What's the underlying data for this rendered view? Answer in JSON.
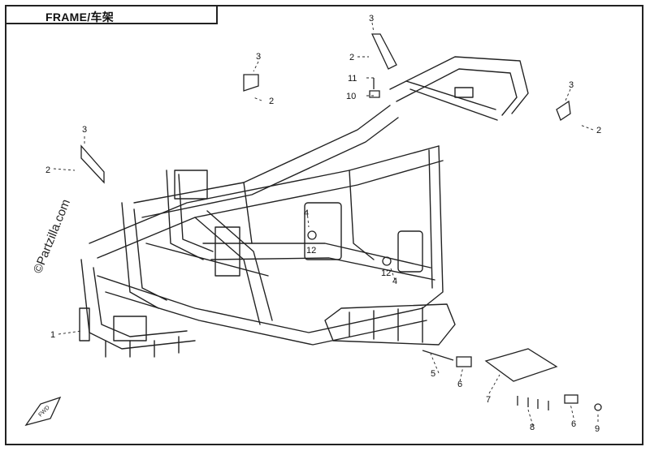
{
  "title": "FRAME/车架",
  "watermark": "©Partzilla.com",
  "fwd_label": "FWD",
  "callouts": {
    "c1": "1",
    "c2a": "2",
    "c2b": "2",
    "c2c": "2",
    "c2d": "2",
    "c3a": "3",
    "c3b": "3",
    "c3c": "3",
    "c3d": "3",
    "c4a": "4",
    "c4b": "4",
    "c5": "5",
    "c6a": "6",
    "c6b": "6",
    "c7": "7",
    "c8": "8",
    "c9": "9",
    "c10": "10",
    "c11": "11",
    "c12a": "12",
    "c12b": "12"
  },
  "colors": {
    "line": "#222222",
    "background": "#ffffff"
  }
}
